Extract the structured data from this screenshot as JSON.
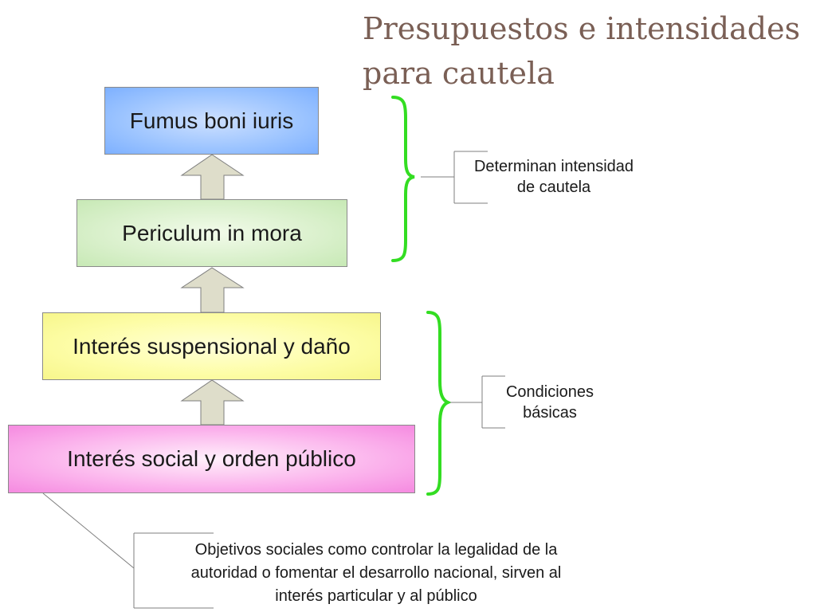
{
  "title": "Presupuestos e intensidades\npara cautela",
  "boxes": {
    "fumus": "Fumus boni iuris",
    "periculum": "Periculum in mora",
    "interes_suspensional": "Interés suspensional y daño",
    "interes_social": "Interés social y orden público"
  },
  "callouts": {
    "intensidad": "Determinan intensidad\nde cautela",
    "condiciones": "Condiciones\nbásicas",
    "objetivos": "Objetivos sociales como controlar la legalidad de la\nautoridad o fomentar el desarrollo nacional, sirven al\ninterés particular y al público"
  },
  "colors": {
    "title": "#7a5f55",
    "fumus_fill": "#9cc4ff",
    "periculum_fill": "#d9f0cb",
    "interes_susp_fill": "#fdfda6",
    "interes_social_fill": "#fbb2ec",
    "brace": "#33dd22",
    "arrow_fill": "#deddca"
  }
}
